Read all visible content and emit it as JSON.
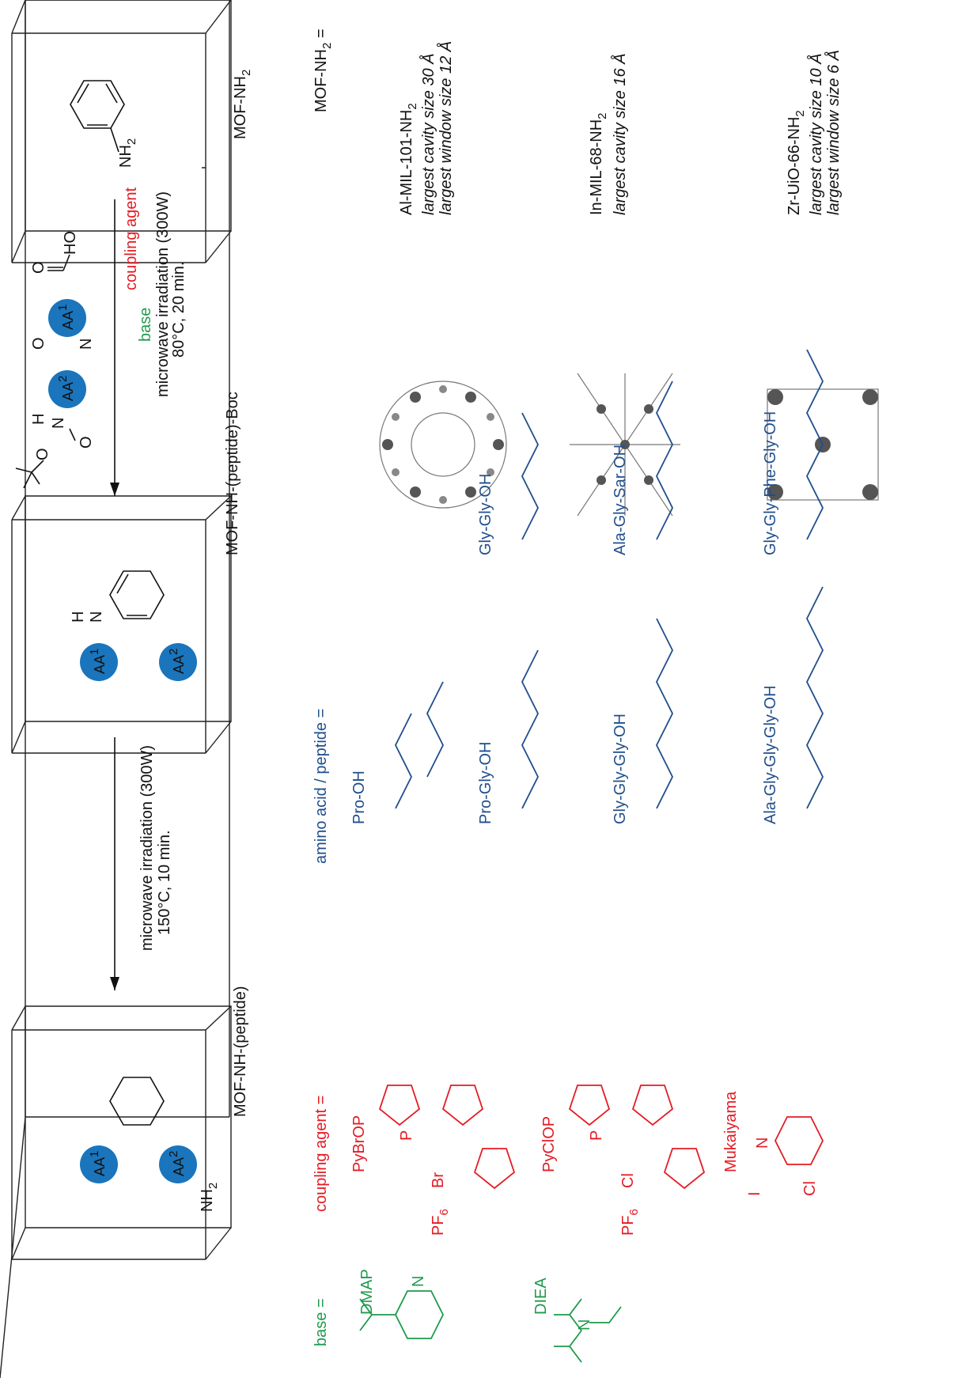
{
  "scheme": {
    "step1": {
      "reagent_label": "coupling agent",
      "base_label": "base",
      "condition1": "microwave irradiation (300W)",
      "condition2": "80°C, 20 min."
    },
    "step2": {
      "condition1": "microwave irradiation (300W)",
      "condition2": "150°C, 10 min."
    },
    "structures": {
      "start": "MOF-NH",
      "start_sub": "2",
      "middle": "MOF-NH-(peptide)-Boc",
      "end": "MOF-NH-(peptide)"
    },
    "residues": {
      "aa": "AA",
      "sup1": "1",
      "sup2": "2"
    },
    "atoms": {
      "nh2": "NH",
      "sub2": "2",
      "h": "H",
      "n": "N",
      "o": "O",
      "ho": "HO"
    }
  },
  "mof_list": {
    "header": "MOF-NH",
    "header_sub": "2",
    "header_suffix": " =",
    "items": [
      {
        "name": "Al-MIL-101-NH",
        "sub": "2",
        "line1": "largest cavity size 30 Å",
        "line2": "largest window size 12 Å"
      },
      {
        "name": "In-MIL-68-NH",
        "sub": "2",
        "line1": "largest cavity size 16 Å",
        "line2": ""
      },
      {
        "name": "Zr-UiO-66-NH",
        "sub": "2",
        "line1": "largest cavity size 10 Å",
        "line2": "largest window size 6 Å"
      }
    ]
  },
  "peptides": {
    "header": "amino acid / peptide =",
    "items": [
      "Pro-OH",
      "Pro-Gly-OH",
      "Gly-Gly-Gly-OH",
      "Ala-Gly-Gly-Gly-OH",
      "Gly-Gly-OH",
      "Ala-Gly-Sar-OH",
      "Gly-Gly-Phe-Gly-OH"
    ]
  },
  "coupling": {
    "header": "coupling agent =",
    "agents": [
      "PyBrOP",
      "PyClOP",
      "Mukaiyama"
    ],
    "atoms": {
      "p": "P",
      "n": "N",
      "br": "Br",
      "cl": "Cl",
      "i": "I",
      "pf6": "PF",
      "sub6": "6"
    }
  },
  "base": {
    "header": "base =",
    "items": [
      "DMAP",
      "DIEA"
    ],
    "atoms": {
      "n": "N"
    }
  },
  "colors": {
    "peptide_blue": "#1f4e8c",
    "residue_blue": "#1a75bc",
    "coupling_red": "#e41b23",
    "base_green": "#1e9a4b"
  }
}
